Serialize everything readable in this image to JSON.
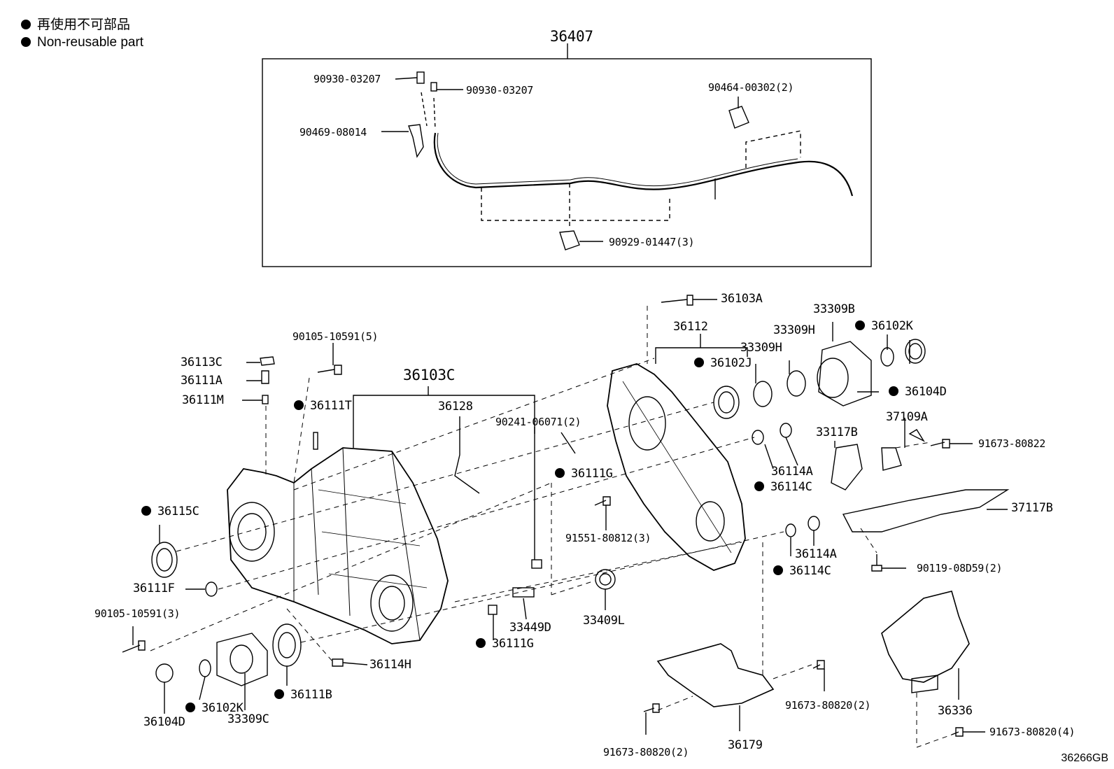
{
  "legend": {
    "line1": "再使用不可部品",
    "line2": "Non-reusable part"
  },
  "diagram_ref": "36266GB",
  "harness_group": {
    "label": "36407"
  },
  "harness_parts": [
    {
      "id": "h1",
      "label": "90930-03207"
    },
    {
      "id": "h2",
      "label": "90930-03207"
    },
    {
      "id": "h3",
      "label": "90469-08014"
    },
    {
      "id": "h4",
      "label": "90464-00302(2)"
    },
    {
      "id": "h5",
      "label": "90929-01447(3)"
    }
  ],
  "parts": [
    {
      "id": "p1",
      "label": "36103A",
      "non_reusable": false
    },
    {
      "id": "p2",
      "label": "36112",
      "non_reusable": false
    },
    {
      "id": "p3",
      "label": "33309B",
      "non_reusable": false
    },
    {
      "id": "p4",
      "label": "33309H",
      "non_reusable": false
    },
    {
      "id": "p5",
      "label": "36102K",
      "non_reusable": true
    },
    {
      "id": "p6",
      "label": "33309H",
      "non_reusable": false
    },
    {
      "id": "p7",
      "label": "36102J",
      "non_reusable": true
    },
    {
      "id": "p8",
      "label": "36104D",
      "non_reusable": true
    },
    {
      "id": "p9",
      "label": "90105-10591(5)",
      "non_reusable": false
    },
    {
      "id": "p10",
      "label": "36113C",
      "non_reusable": false
    },
    {
      "id": "p11",
      "label": "36111A",
      "non_reusable": false
    },
    {
      "id": "p12",
      "label": "36111M",
      "non_reusable": false
    },
    {
      "id": "p13",
      "label": "36103C",
      "non_reusable": false
    },
    {
      "id": "p14",
      "label": "36111T",
      "non_reusable": true
    },
    {
      "id": "p15",
      "label": "36128",
      "non_reusable": false
    },
    {
      "id": "p16",
      "label": "90241-06071(2)",
      "non_reusable": false
    },
    {
      "id": "p17",
      "label": "37109A",
      "non_reusable": false
    },
    {
      "id": "p18",
      "label": "33117B",
      "non_reusable": false
    },
    {
      "id": "p19",
      "label": "91673-80822",
      "non_reusable": false
    },
    {
      "id": "p20",
      "label": "36111G",
      "non_reusable": true
    },
    {
      "id": "p21",
      "label": "36114A",
      "non_reusable": false
    },
    {
      "id": "p22",
      "label": "36114C",
      "non_reusable": true
    },
    {
      "id": "p23",
      "label": "36115C",
      "non_reusable": true
    },
    {
      "id": "p24",
      "label": "91551-80812(3)",
      "non_reusable": false
    },
    {
      "id": "p25",
      "label": "37117B",
      "non_reusable": false
    },
    {
      "id": "p26",
      "label": "36114A",
      "non_reusable": false
    },
    {
      "id": "p27",
      "label": "90119-08D59(2)",
      "non_reusable": false
    },
    {
      "id": "p28",
      "label": "36114C",
      "non_reusable": true
    },
    {
      "id": "p29",
      "label": "36111F",
      "non_reusable": false
    },
    {
      "id": "p30",
      "label": "90105-10591(3)",
      "non_reusable": false
    },
    {
      "id": "p31",
      "label": "33449D",
      "non_reusable": false
    },
    {
      "id": "p32",
      "label": "33409L",
      "non_reusable": false
    },
    {
      "id": "p33",
      "label": "36111G",
      "non_reusable": true
    },
    {
      "id": "p34",
      "label": "36114H",
      "non_reusable": false
    },
    {
      "id": "p35",
      "label": "36111B",
      "non_reusable": true
    },
    {
      "id": "p36",
      "label": "36102K",
      "non_reusable": true
    },
    {
      "id": "p37",
      "label": "36104D",
      "non_reusable": false
    },
    {
      "id": "p38",
      "label": "33309C",
      "non_reusable": false
    },
    {
      "id": "p39",
      "label": "91673-80820(2)",
      "non_reusable": false
    },
    {
      "id": "p40",
      "label": "36336",
      "non_reusable": false
    },
    {
      "id": "p41",
      "label": "91673-80820(2)",
      "non_reusable": false
    },
    {
      "id": "p42",
      "label": "36179",
      "non_reusable": false
    },
    {
      "id": "p43",
      "label": "91673-80820(4)",
      "non_reusable": false
    }
  ]
}
